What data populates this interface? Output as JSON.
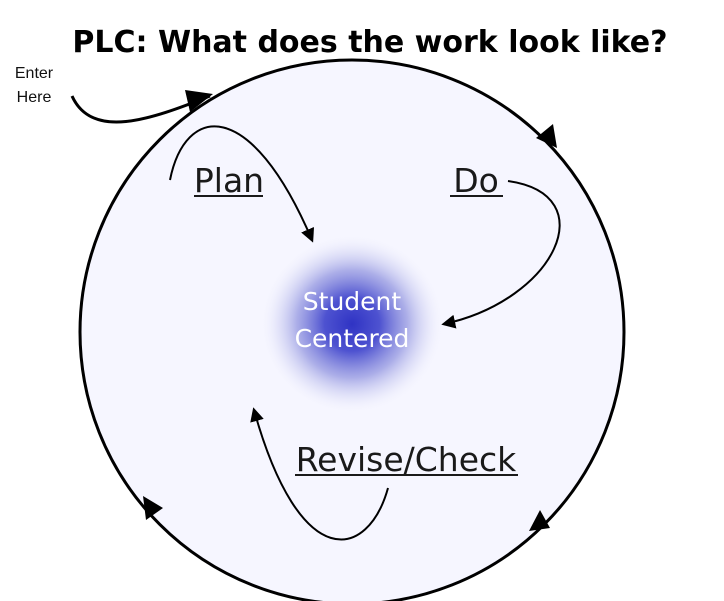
{
  "title": "PLC: What does the work look like?",
  "entry": {
    "line1": "Enter",
    "line2": "Here"
  },
  "center": {
    "line1": "Student",
    "line2": "Centered"
  },
  "stages": {
    "plan": "Plan",
    "do": "Do",
    "revise": "Revise/Check"
  },
  "colors": {
    "circle_fill": "#f6f6ff",
    "circle_stroke": "#000000",
    "center_glow": "#3b3fc9",
    "arrow": "#000000"
  }
}
